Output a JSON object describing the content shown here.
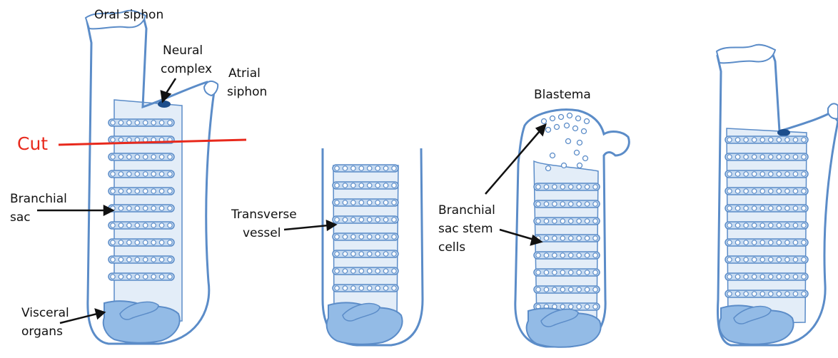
{
  "colors": {
    "outline": "#5b8cc8",
    "fill": "#e3edf8",
    "organ": "#93bbe6",
    "neural": "#1d4e8c",
    "cut": "#e8291c",
    "arrow": "#111111"
  },
  "labels": {
    "oral_siphon": "Oral siphon",
    "neural_complex_1": "Neural",
    "neural_complex_2": "complex",
    "atrial_siphon_1": "Atrial",
    "atrial_siphon_2": "siphon",
    "cut": "Cut",
    "branchial_sac_1": "Branchial",
    "branchial_sac_2": "sac",
    "visceral_organs_1": "Visceral",
    "visceral_organs_2": "organs",
    "transverse_vessel_1": "Transverse",
    "transverse_vessel_2": "vessel",
    "blastema": "Blastema",
    "stem_cells_1": "Branchial",
    "stem_cells_2": "sac stem",
    "stem_cells_3": "cells"
  }
}
